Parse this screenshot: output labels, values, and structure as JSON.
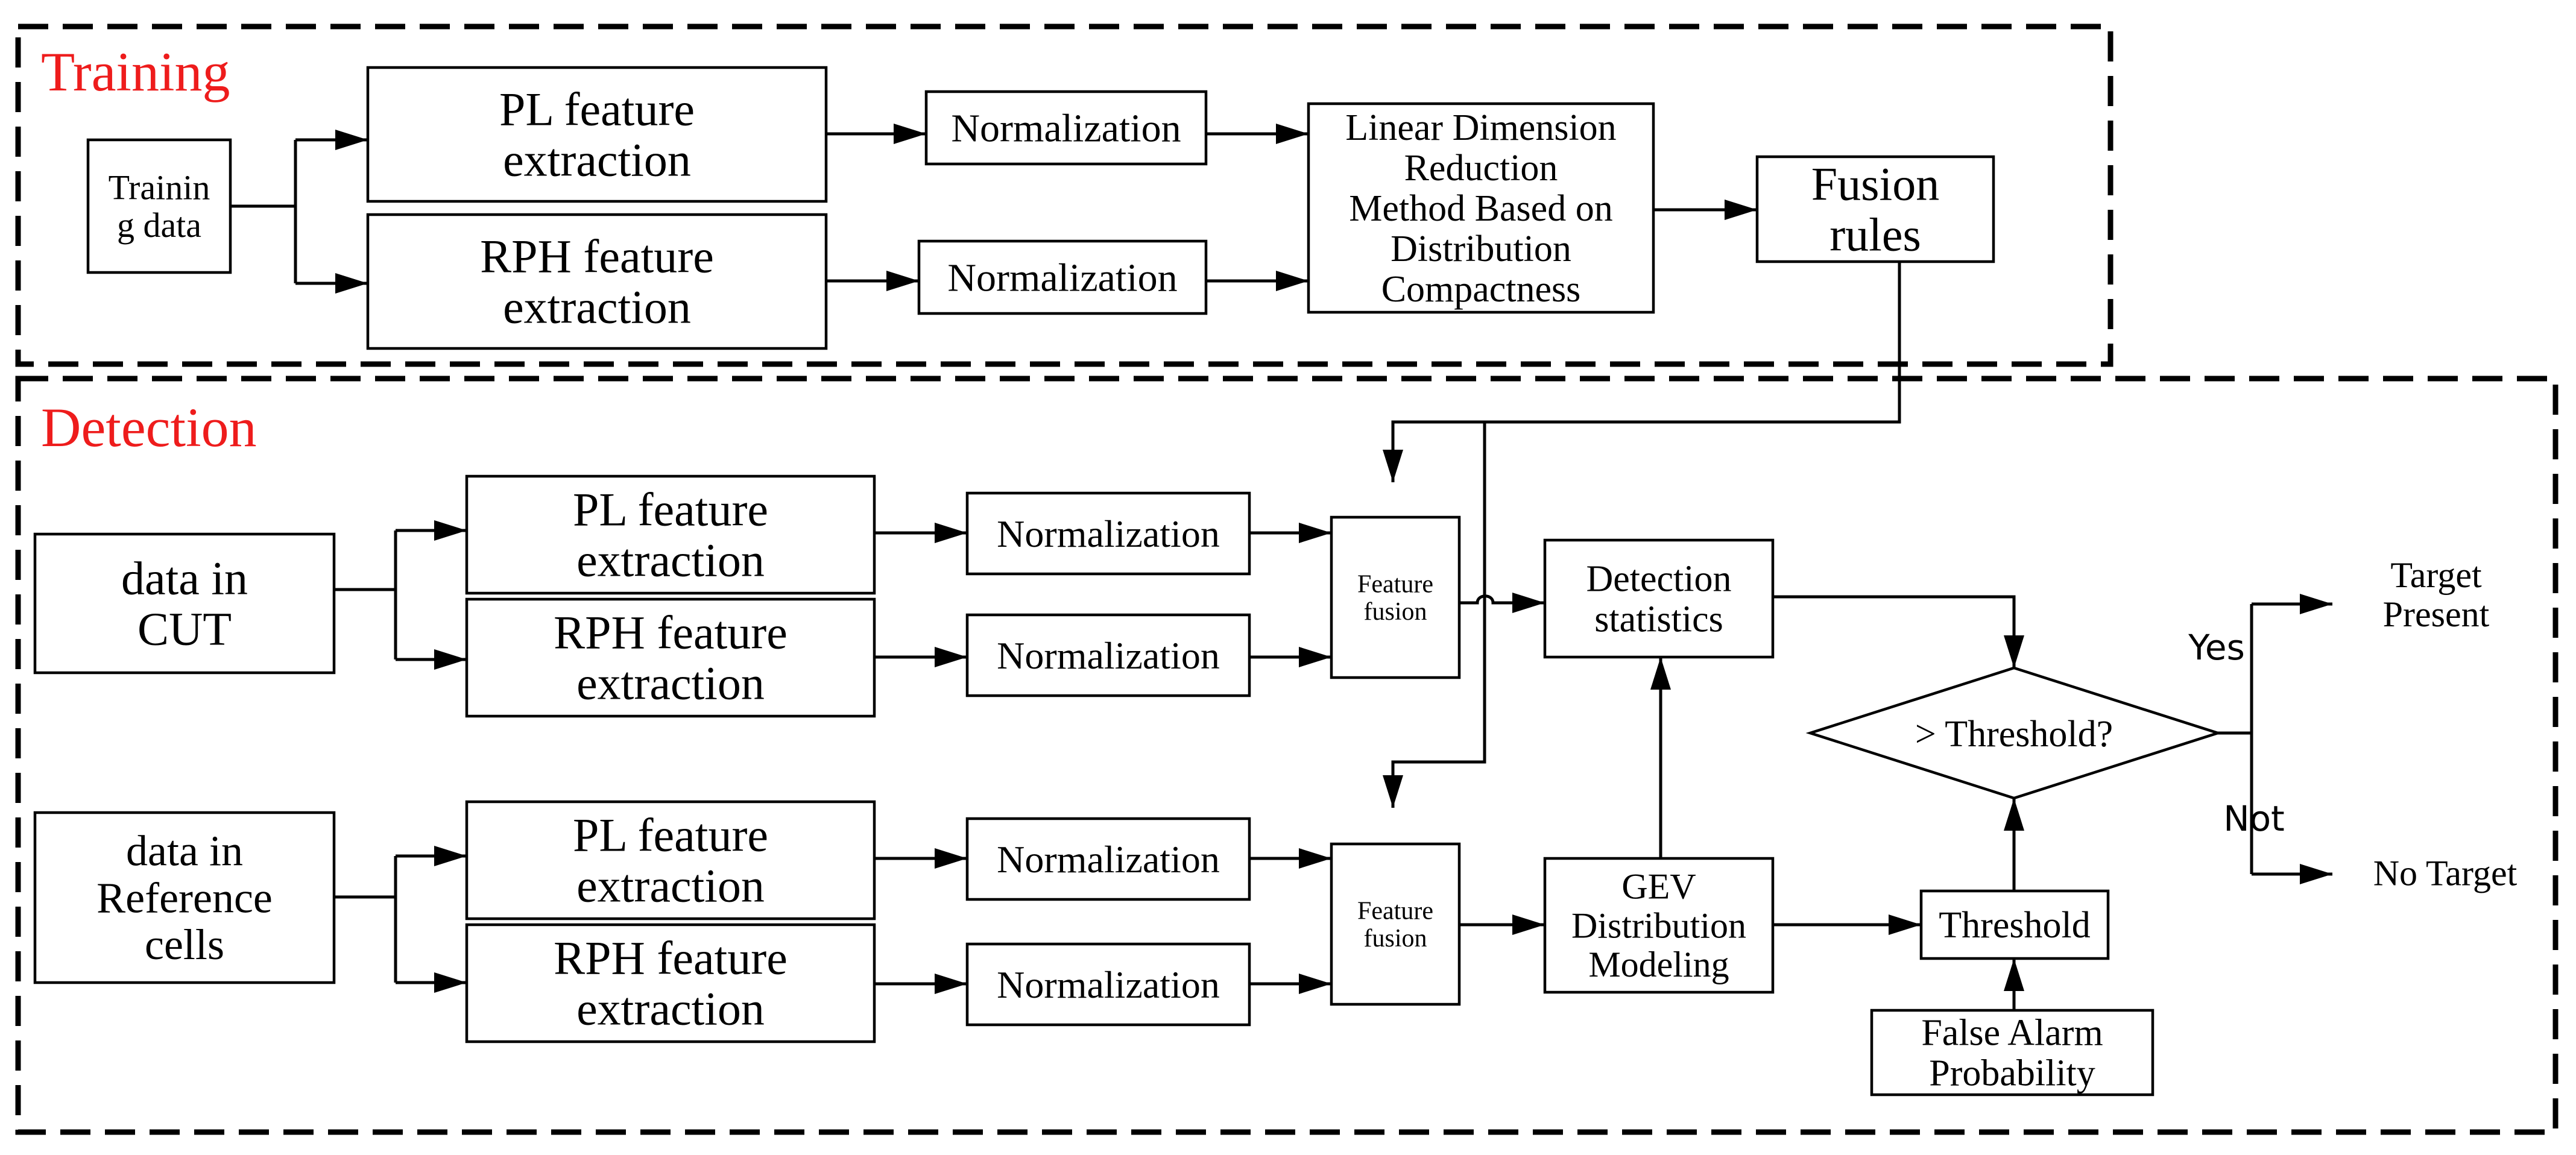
{
  "colors": {
    "group_title": "#ee1c1c",
    "stroke": "#000000",
    "background": "#ffffff"
  },
  "groups": {
    "training": {
      "title": "Training"
    },
    "detection": {
      "title": "Detection"
    }
  },
  "training": {
    "data": [
      "Trainin",
      "g data"
    ],
    "pl_feature": [
      "PL feature",
      "extraction"
    ],
    "rph_feature": [
      "RPH feature",
      "extraction"
    ],
    "norm_pl": [
      "Normalization"
    ],
    "norm_rph": [
      "Normalization"
    ],
    "ldr": [
      "Linear Dimension",
      "Reduction",
      "Method Based on",
      "Distribution",
      "Compactness"
    ],
    "fusion_rules": [
      "Fusion",
      "rules"
    ]
  },
  "detection": {
    "cut_data": [
      "data in",
      "CUT"
    ],
    "ref_data": [
      "data in",
      "Reference",
      "cells"
    ],
    "cut_pl_feature": [
      "PL feature",
      "extraction"
    ],
    "cut_rph_feature": [
      "RPH feature",
      "extraction"
    ],
    "ref_pl_feature": [
      "PL feature",
      "extraction"
    ],
    "ref_rph_feature": [
      "RPH feature",
      "extraction"
    ],
    "cut_norm_pl": [
      "Normalization"
    ],
    "cut_norm_rph": [
      "Normalization"
    ],
    "ref_norm_pl": [
      "Normalization"
    ],
    "ref_norm_rph": [
      "Normalization"
    ],
    "cut_fusion": [
      "Feature",
      "fusion"
    ],
    "ref_fusion": [
      "Feature",
      "fusion"
    ],
    "detection_statistics": [
      "Detection",
      "statistics"
    ],
    "gev": [
      "GEV",
      "Distribution",
      "Modeling"
    ],
    "threshold": [
      "Threshold"
    ],
    "false_alarm": [
      "False Alarm",
      "Probability"
    ],
    "decision": [
      "> Threshold?"
    ],
    "yes_label": "Yes",
    "no_label": "Not",
    "target_present": [
      "Target",
      "Present"
    ],
    "no_target": [
      "No Target"
    ]
  }
}
